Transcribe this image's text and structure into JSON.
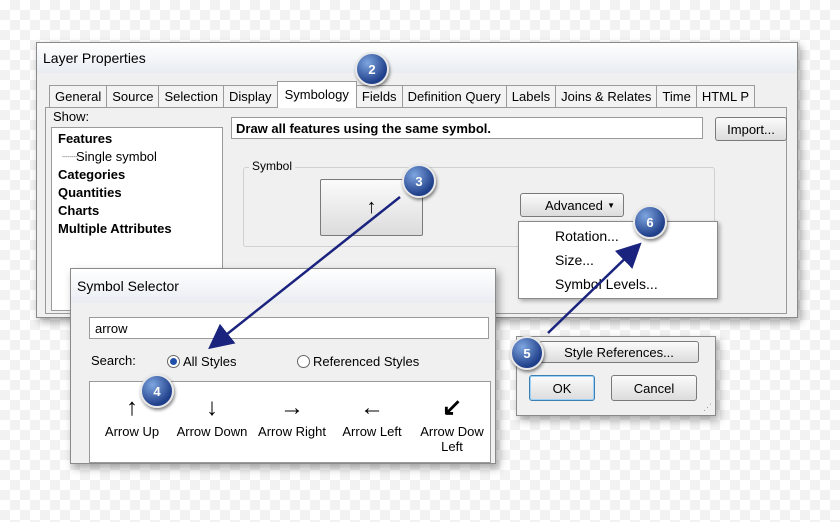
{
  "layer_properties": {
    "title": "Layer Properties",
    "tabs": [
      "General",
      "Source",
      "Selection",
      "Display",
      "Symbology",
      "Fields",
      "Definition Query",
      "Labels",
      "Joins & Relates",
      "Time",
      "HTML P"
    ],
    "show_label": "Show:",
    "tree": {
      "features": "Features",
      "single_symbol": "Single symbol",
      "categories": "Categories",
      "quantities": "Quantities",
      "charts": "Charts",
      "multiple_attributes": "Multiple Attributes"
    },
    "description": "Draw all features using the same symbol.",
    "import_label": "Import...",
    "symbol_group": "Symbol",
    "symbol_glyph": "↑",
    "advanced_label": "Advanced",
    "advanced_menu": [
      "Rotation...",
      "Size...",
      "Symbol Levels..."
    ],
    "style_references_label": "Style References...",
    "ok_label": "OK",
    "cancel_label": "Cancel"
  },
  "symbol_selector": {
    "title": "Symbol Selector",
    "search_value": "arrow",
    "search_label": "Search:",
    "radio_all": "All Styles",
    "radio_referenced": "Referenced Styles",
    "symbols": [
      {
        "glyph": "↑",
        "label": "Arrow Up"
      },
      {
        "glyph": "↓",
        "label": "Arrow Down"
      },
      {
        "glyph": "→",
        "label": "Arrow Right"
      },
      {
        "glyph": "←",
        "label": "Arrow Left"
      },
      {
        "glyph": "↙",
        "label": "Arrow Dow"
      }
    ],
    "symbol_extra_line": "Left"
  },
  "steps": [
    "2",
    "3",
    "4",
    "5",
    "6"
  ],
  "colors": {
    "badge": "#1f3f8a",
    "arrow": "#1a237e"
  }
}
